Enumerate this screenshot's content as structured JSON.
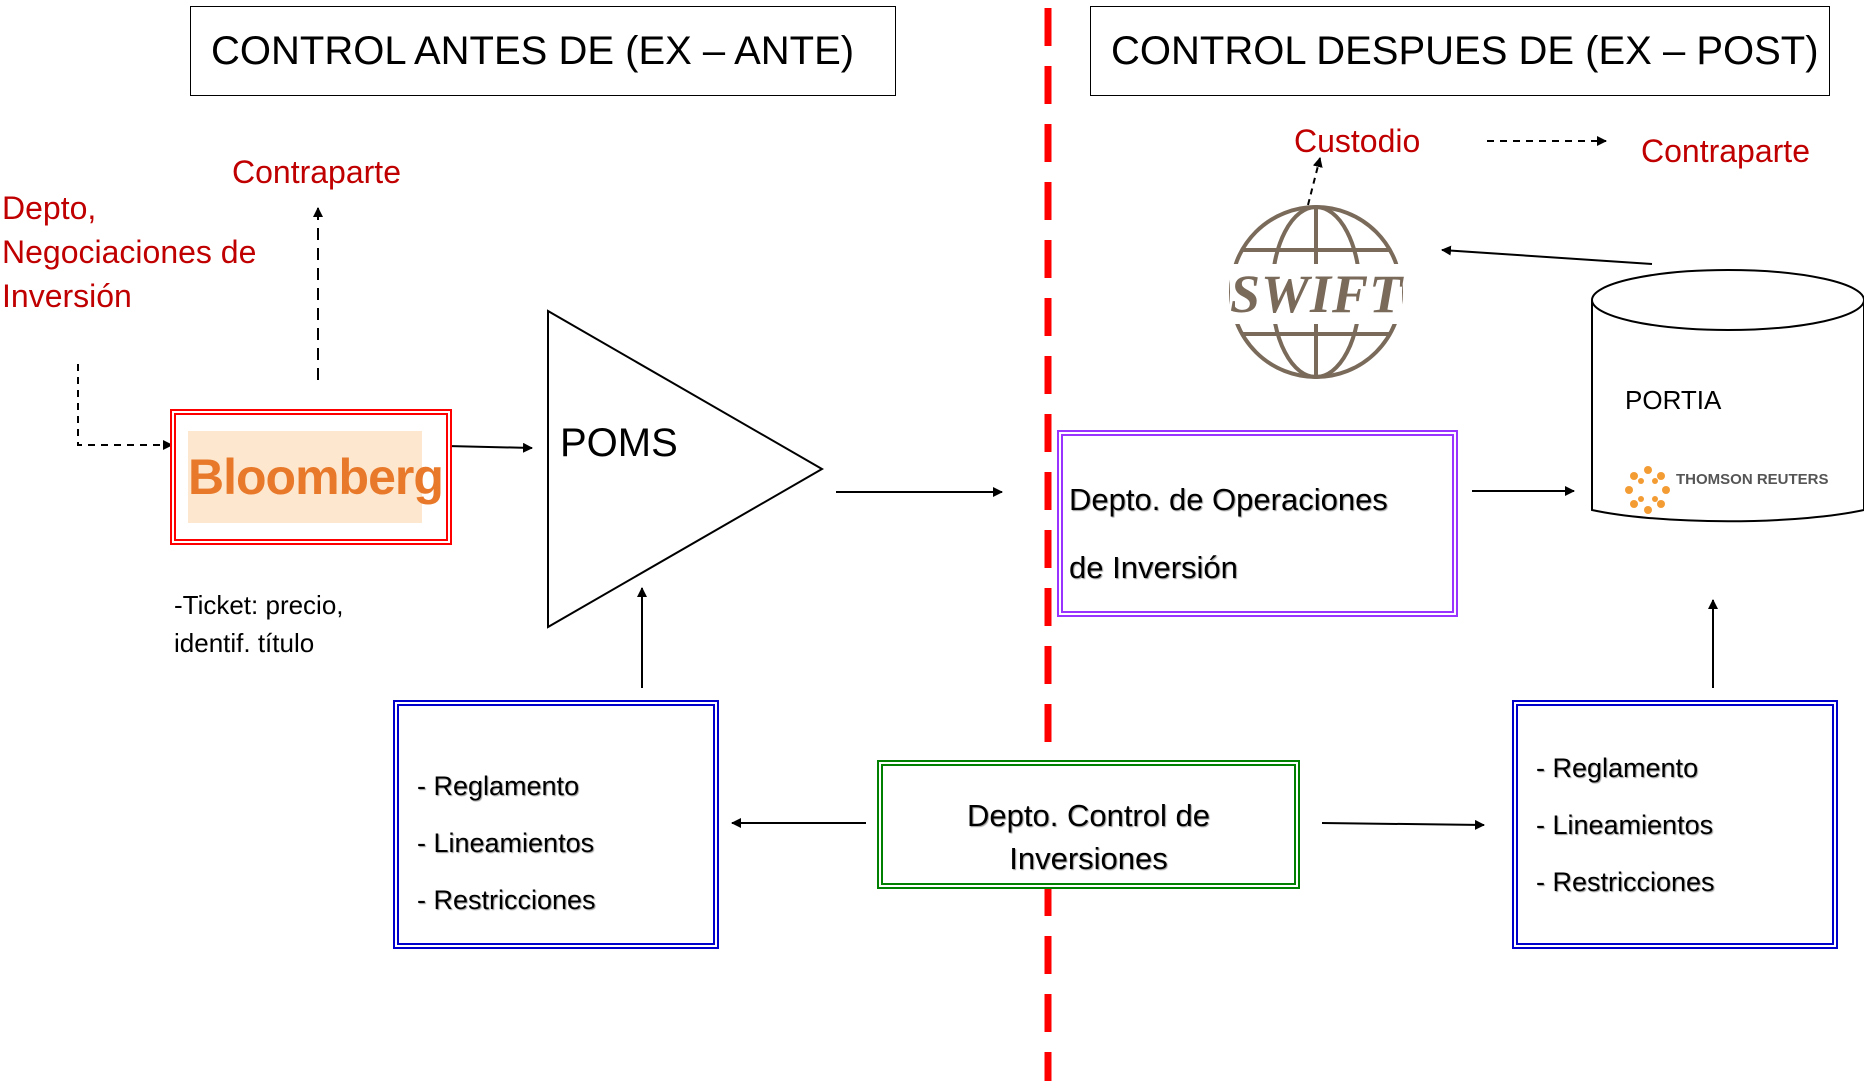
{
  "headers": {
    "ex_ante": "CONTROL  ANTES DE (EX – ANTE)",
    "ex_post": "CONTROL DESPUES DE (EX – POST)"
  },
  "left": {
    "contraparte": "Contraparte",
    "depto_line1": "Depto,",
    "depto_line2": "Negociaciones de",
    "depto_line3": "Inversión",
    "bloomberg": "Bloomberg",
    "ticket_line1": "-Ticket: precio,",
    "ticket_line2": "identif. título",
    "poms": "POMS",
    "rules": [
      "- Reglamento",
      "- Lineamientos",
      "- Restricciones"
    ]
  },
  "center": {
    "control_line1": "Depto. Control de",
    "control_line2": "Inversiones"
  },
  "right": {
    "custodio": "Custodio",
    "contraparte": "Contraparte",
    "swift": "SWIFT",
    "portia": "PORTIA",
    "thomson": "THOMSON REUTERS",
    "ops_line1": "Depto. de Operaciones",
    "ops_line2": "de Inversión",
    "rules": [
      "- Reglamento",
      "- Lineamientos",
      "- Restricciones"
    ]
  },
  "colors": {
    "red_label": "#c00000",
    "divider": "#ff0000",
    "bloomberg_border": "#ff0000",
    "bloomberg_text": "#e8792a",
    "ops_border": "#9933ff",
    "rules_border": "#0000cc",
    "control_border": "#008000",
    "swift_globe": "#7a6a5a"
  }
}
